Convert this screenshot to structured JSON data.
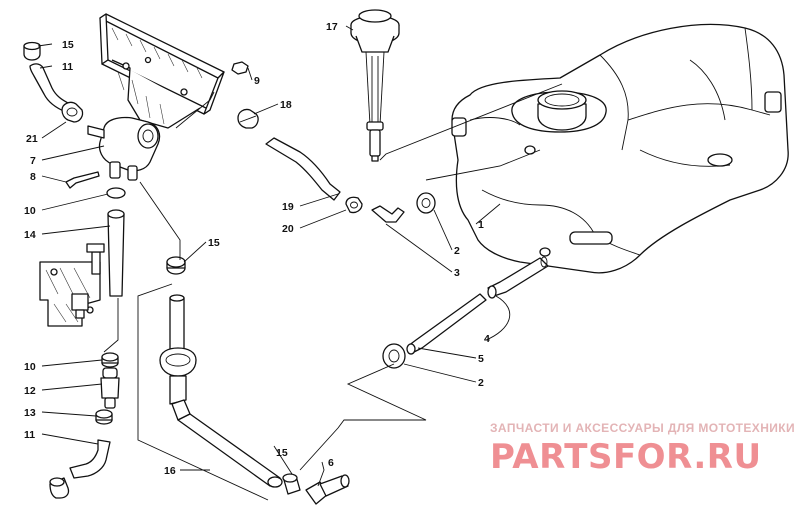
{
  "callouts": {
    "c1": "1",
    "c2a": "2",
    "c2b": "2",
    "c3": "3",
    "c4": "4",
    "c5": "5",
    "c6": "6",
    "c7": "7",
    "c8": "8",
    "c9": "9",
    "c10a": "10",
    "c10b": "10",
    "c11a": "11",
    "c11b": "11",
    "c12": "12",
    "c13": "13",
    "c14": "14",
    "c15a": "15",
    "c15b": "15",
    "c15c": "15",
    "c16": "16",
    "c17": "17",
    "c18": "18",
    "c19": "19",
    "c20": "20",
    "c21": "21"
  },
  "watermark": {
    "subtitle": "ЗАПЧАСТИ И АКСЕССУАРЫ ДЛЯ МОТОТЕХНИКИ",
    "logo": "PARTSFOR.RU"
  }
}
